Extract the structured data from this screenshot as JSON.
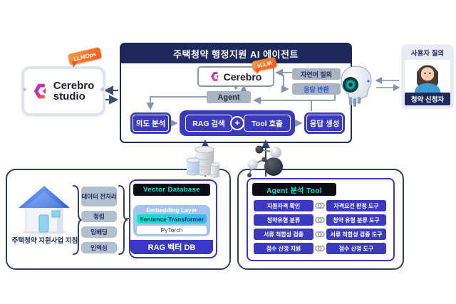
{
  "title": "주택청약 행정지원 AI 에이전트",
  "studio": {
    "line1": "Cerebro",
    "line2": "studio",
    "badge": "LLMOps"
  },
  "llm": {
    "name": "Cerebro",
    "badge": "sLLM"
  },
  "agent_label": "Agent",
  "io": {
    "query": "자연어 질의",
    "response": "응답 반환"
  },
  "pipeline": {
    "intent": "의도 분석",
    "rag": "RAG 검색",
    "plus": "+",
    "tool": "Tool 호출",
    "generate": "응답 생성"
  },
  "user": {
    "title": "사용자 질의",
    "label": "청약 신청자"
  },
  "rag": {
    "source": "주택청약 지원사업 지침",
    "steps": [
      "데이터 전처리",
      "청킹",
      "임베딩",
      "인덱싱"
    ],
    "db_title": "Vector Database",
    "embedding": "Embedding Layer",
    "transformer": "Sentence Transformer",
    "framework": "PyTorch",
    "footer": "RAG 벡터 DB"
  },
  "tools": {
    "title": "Agent 분석 Tool",
    "rows": [
      {
        "left": "지원자격 확인",
        "right": "자격요건 판정 도구"
      },
      {
        "left": "청약유형 분류",
        "right": "청약 유형 분류 도구"
      },
      {
        "left": "서류 적합성 검증",
        "right": "서류 적합성 검증 도구"
      },
      {
        "left": "점수 산정 지원",
        "right": "점수 산정 도구"
      }
    ]
  },
  "colors": {
    "navy": "#1e2a5c",
    "indigo": "#3b3abe",
    "gray_box": "#a9b3c1",
    "silver_box": "#b2bfcd",
    "container_border": "#32405f",
    "black_box": "#0c0c14",
    "cyan_text": "#00e8d5",
    "orange_badge": "#f4581e",
    "response_blue": "#2453d6",
    "embed_blue": "#a3c4ec"
  },
  "icons": {
    "plus": "+",
    "link": "chain-link",
    "brace": "curly-brace",
    "database": "database-cylinders",
    "molecule": "tool-molecule",
    "robot": "ai-robot-head",
    "house": "house-3d",
    "person": "female-avatar"
  }
}
